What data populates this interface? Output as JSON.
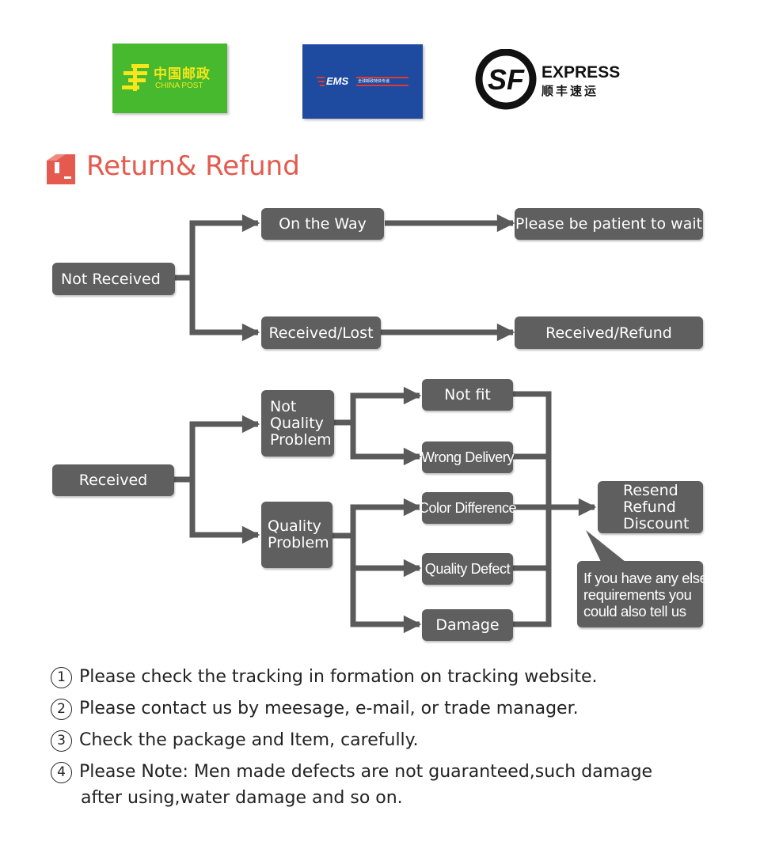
{
  "logos": {
    "china_post": {
      "cn": "中国邮政",
      "en": "CHINA POST",
      "bg": "#46b92e",
      "fg": "#f7e61c",
      "icon": "china-post-emblem-icon"
    },
    "ems": {
      "word": "EMS",
      "sub": "全球邮政特快专递",
      "bg": "#1e4aa0"
    },
    "sf": {
      "mark": "SF",
      "express": "EXPRESS",
      "cn": "顺丰速运"
    }
  },
  "title": {
    "text": "Return& Refund",
    "color": "#e45a4e",
    "icon": "package-box-icon"
  },
  "flow": {
    "not_received": {
      "root": "Not Received",
      "on_the_way": "On the Way",
      "patient": "Please be patient to wait",
      "received_lost": "Received/Lost",
      "received_refund": "Received/Refund"
    },
    "received": {
      "root": "Received",
      "not_quality_problem": [
        "Not",
        "Quality",
        "Problem"
      ],
      "quality_problem": [
        "Quality",
        "Problem"
      ],
      "not_fit": "Not fit",
      "wrong_delivery": "Wrong Delivery",
      "color_difference": "Color Difference",
      "quality_defect": "Quality Defect",
      "damage": "Damage",
      "outcome": [
        "Resend",
        "Refund",
        "Discount"
      ],
      "callout": [
        "If you have any else",
        "requirements you",
        "could also tell us"
      ]
    },
    "colors": {
      "box": "#5f5f5f",
      "line": "#5a5a5a"
    }
  },
  "notes": [
    {
      "num": "1",
      "text": "Please check the tracking in formation on tracking website."
    },
    {
      "num": "2",
      "text": "Please contact us by meesage, e-mail, or trade manager."
    },
    {
      "num": "3",
      "text": "Check the package and Item, carefully."
    },
    {
      "num": "4",
      "text": "Please Note: Men made defects  are not guaranteed,such damage",
      "cont": "after using,water damage and so on."
    }
  ]
}
